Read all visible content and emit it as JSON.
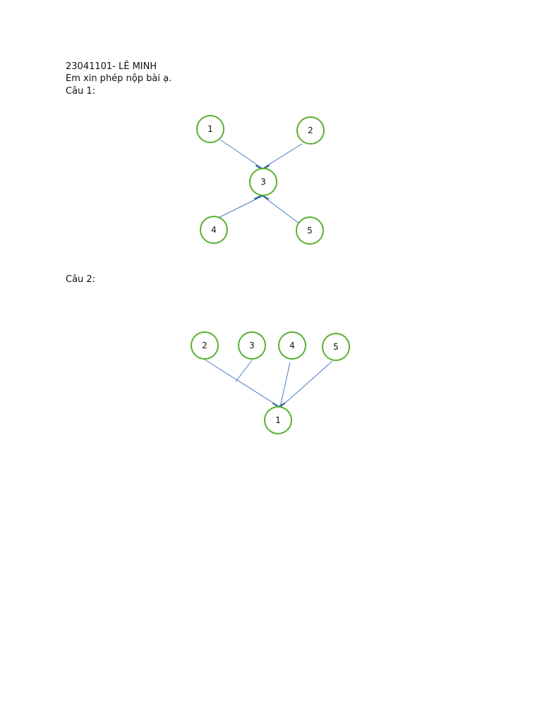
{
  "header": {
    "student_line": "23041101- LÊ MINH",
    "note": "Em xin phép nộp bài ạ."
  },
  "question1": {
    "label": "Câu 1:",
    "nodes": [
      "1",
      "2",
      "3",
      "4",
      "5"
    ]
  },
  "question2": {
    "label": "Câu 2:",
    "nodes": [
      "2",
      "3",
      "4",
      "5",
      "1"
    ]
  },
  "colors": {
    "node_stroke": "#58b032",
    "edge": "#4a7cc4",
    "arrowhead": "#2e5d9a"
  }
}
